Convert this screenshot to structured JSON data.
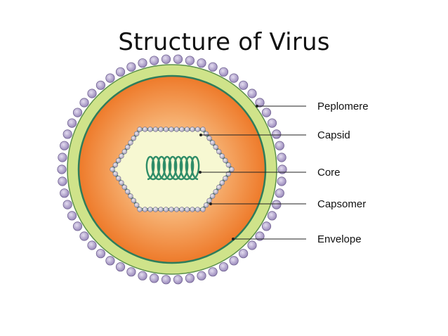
{
  "title": "Structure of Virus",
  "labels": {
    "peplomere": "Peplomere",
    "capsid": "Capsid",
    "core": "Core",
    "capsomer": "Capsomer",
    "envelope": "Envelope"
  },
  "colors": {
    "peplomer_bead": "#a99bc4",
    "peplomer_outline": "#6f6190",
    "outer_ring": "#cfe38a",
    "envelope_line": "#2e7d5b",
    "interior_edge": "#ee7a2a",
    "interior_center": "#fbe7c6",
    "capsid_fill": "#f7f8d2",
    "capsomer_bead": "#b9b4c8",
    "core_coil": "#2f8d68",
    "leader_line": "#222222"
  }
}
